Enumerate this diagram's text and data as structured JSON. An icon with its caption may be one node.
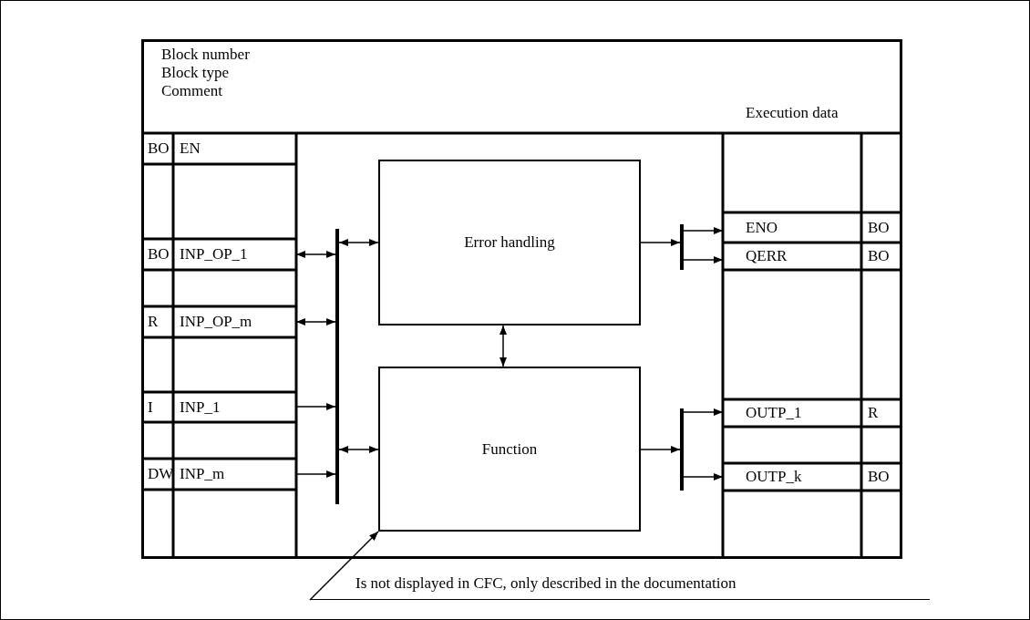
{
  "diagram": {
    "nodes": [
      {
        "text": [
          "Block number",
          "Block type",
          "Comment",
          "Execution data"
        ]
      },
      {
        "text": [
          "BO"
        ],
        "in": 0
      },
      {
        "text": [
          "EN"
        ],
        "in": 0
      },
      {
        "text": [
          "BO"
        ],
        "in": 0
      },
      {
        "text": [
          "INP_OP_1"
        ],
        "in": 0
      },
      {
        "text": [
          "R"
        ],
        "in": 0
      },
      {
        "text": [
          "INP_OP_m"
        ],
        "in": 0
      },
      {
        "text": [
          "I"
        ],
        "in": 0
      },
      {
        "text": [
          "INP_1"
        ],
        "in": 0
      },
      {
        "text": [
          "DW"
        ],
        "in": 0
      },
      {
        "text": [
          "INP_m"
        ],
        "in": 0
      },
      {
        "text": [],
        "shape": "bar",
        "in": 0
      },
      {
        "text": [
          "Error handling"
        ],
        "in": 0
      },
      {
        "text": [
          "Function"
        ],
        "in": 0
      },
      {
        "text": [],
        "shape": "bar",
        "in": 0
      },
      {
        "text": [],
        "shape": "bar",
        "in": 0
      },
      {
        "text": [
          "ENO"
        ],
        "in": 0
      },
      {
        "text": [
          "BO"
        ],
        "in": 0
      },
      {
        "text": [
          "QERR"
        ],
        "in": 0
      },
      {
        "text": [
          "BO"
        ],
        "in": 0
      },
      {
        "text": [
          "OUTP_1"
        ],
        "in": 0
      },
      {
        "text": [
          "R"
        ],
        "in": 0
      },
      {
        "text": [
          "OUTP_k"
        ],
        "in": 0
      },
      {
        "text": [
          "BO"
        ],
        "in": 0
      },
      {
        "text": [
          "Is not displayed in CFC, only described in the documentation"
        ]
      }
    ],
    "edges": [
      {
        "from": 4,
        "to": 11,
        "arrow": "both"
      },
      {
        "from": 6,
        "to": 11,
        "arrow": "both"
      },
      {
        "from": 8,
        "to": 11,
        "arrow": "to"
      },
      {
        "from": 10,
        "to": 11,
        "arrow": "to"
      },
      {
        "from": 11,
        "to": 12,
        "arrow": "both"
      },
      {
        "from": 11,
        "to": 13,
        "arrow": "both"
      },
      {
        "from": 12,
        "to": 13,
        "arrow": "both"
      },
      {
        "from": 12,
        "to": 14,
        "arrow": "to"
      },
      {
        "from": 14,
        "to": 16,
        "arrow": "to"
      },
      {
        "from": 14,
        "to": 18,
        "arrow": "to"
      },
      {
        "from": 13,
        "to": 15,
        "arrow": "to"
      },
      {
        "from": 15,
        "to": 20,
        "arrow": "to"
      },
      {
        "from": 15,
        "to": 22,
        "arrow": "to"
      },
      {
        "from": 24,
        "to": 13,
        "arrow": "to"
      }
    ]
  }
}
